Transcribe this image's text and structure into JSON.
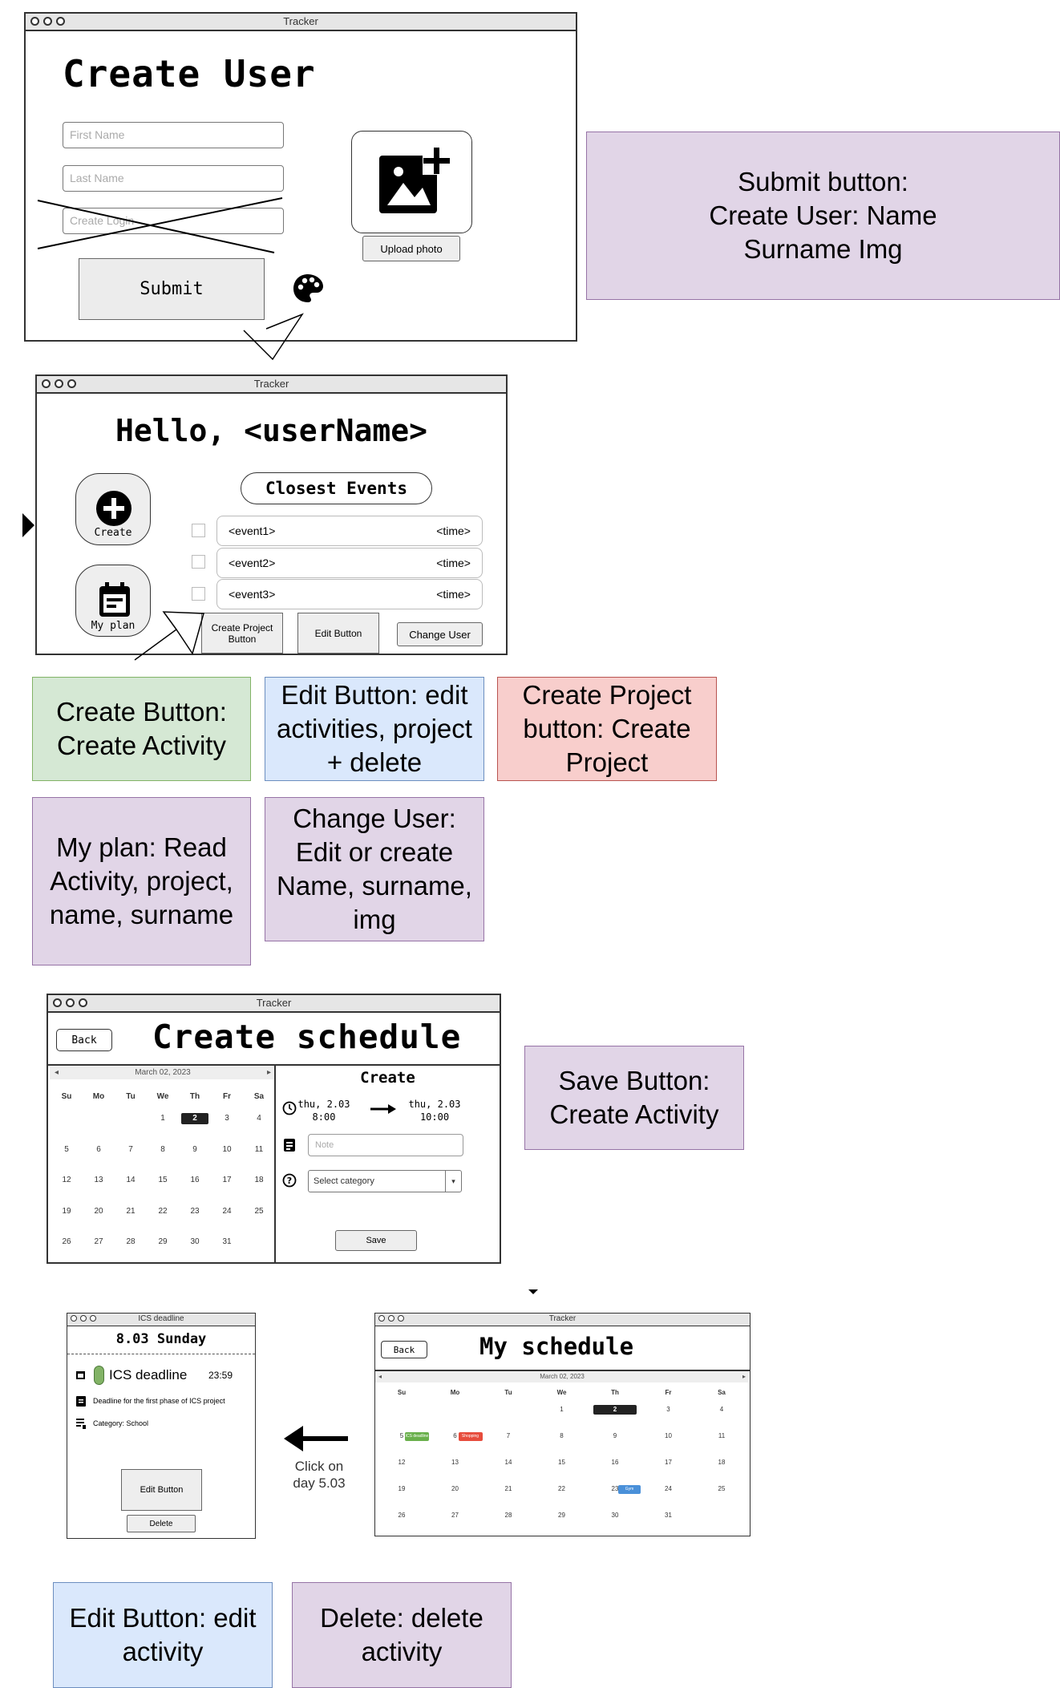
{
  "window_title": "Tracker",
  "screen1": {
    "title": "Create User",
    "first_name_ph": "First Name",
    "last_name_ph": "Last Name",
    "login_ph": "Create Login",
    "submit_label": "Submit",
    "upload_label": "Upload photo"
  },
  "screen2": {
    "greeting": "Hello, <userName>",
    "closest_events": "Closest Events",
    "create_label": "Create",
    "myplan_label": "My plan",
    "events": [
      {
        "name": "<event1>",
        "time": "<time>"
      },
      {
        "name": "<event2>",
        "time": "<time>"
      },
      {
        "name": "<event3>",
        "time": "<time>"
      }
    ],
    "create_project_label": "Create Project Button",
    "edit_button_label": "Edit Button",
    "change_user_label": "Change User"
  },
  "screen3": {
    "back_label": "Back",
    "title": "Create schedule",
    "month_label": "March 02, 2023",
    "day_headers": [
      "Su",
      "Mo",
      "Tu",
      "We",
      "Th",
      "Fr",
      "Sa"
    ],
    "weeks": [
      [
        "",
        "",
        "",
        "1",
        "2",
        "3",
        "4"
      ],
      [
        "5",
        "6",
        "7",
        "8",
        "9",
        "10",
        "11"
      ],
      [
        "12",
        "13",
        "14",
        "15",
        "16",
        "17",
        "18"
      ],
      [
        "19",
        "20",
        "21",
        "22",
        "23",
        "24",
        "25"
      ],
      [
        "26",
        "27",
        "28",
        "29",
        "30",
        "31",
        ""
      ]
    ],
    "panel_title": "Create",
    "start_date": "thu, 2.03",
    "start_time": "8:00",
    "end_date": "thu, 2.03",
    "end_time": "10:00",
    "note_ph": "Note",
    "category_label": "Select category",
    "save_label": "Save"
  },
  "screen4": {
    "window_title": "ICS deadline",
    "date_title": "8.03 Sunday",
    "event_name": "ICS deadline",
    "event_time": "23:59",
    "description": "Deadline for the first phase of ICS project",
    "category": "Category: School",
    "edit_label": "Edit Button",
    "delete_label": "Delete"
  },
  "arrow_caption": "Click on day 5.03",
  "screen5": {
    "back_label": "Back",
    "title": "My schedule",
    "month_label": "March 02, 2023",
    "day_headers": [
      "Su",
      "Mo",
      "Tu",
      "We",
      "Th",
      "Fr",
      "Sa"
    ],
    "weeks": [
      [
        "",
        "",
        "",
        "1",
        "2",
        "3",
        "4"
      ],
      [
        "5",
        "6",
        "7",
        "8",
        "9",
        "10",
        "11"
      ],
      [
        "12",
        "13",
        "14",
        "15",
        "16",
        "17",
        "18"
      ],
      [
        "19",
        "20",
        "21",
        "22",
        "23",
        "24",
        "25"
      ],
      [
        "26",
        "27",
        "28",
        "29",
        "30",
        "31",
        ""
      ]
    ],
    "tag_ics": "ICS deadline",
    "tag_shopping": "Shopping",
    "tag_gym": "Gym"
  },
  "notes": {
    "submit": "Submit button: Create User: Name Surname Img",
    "create": "Create Button: Create Activity",
    "edit": "Edit Button: edit activities, project + delete",
    "create_project": "Create Project button: Create Project",
    "myplan": "My plan: Read Activity, project, name, surname",
    "change_user": "Change User: Edit or create Name, surname, img",
    "save": "Save Button: Create Activity",
    "edit_activity": "Edit Button: edit activity",
    "delete": "Delete: delete activity"
  },
  "colors": {
    "purple": "#e1d5e7",
    "green": "#d5e8d4",
    "blue": "#dae8fc",
    "red": "#f8cecc"
  }
}
